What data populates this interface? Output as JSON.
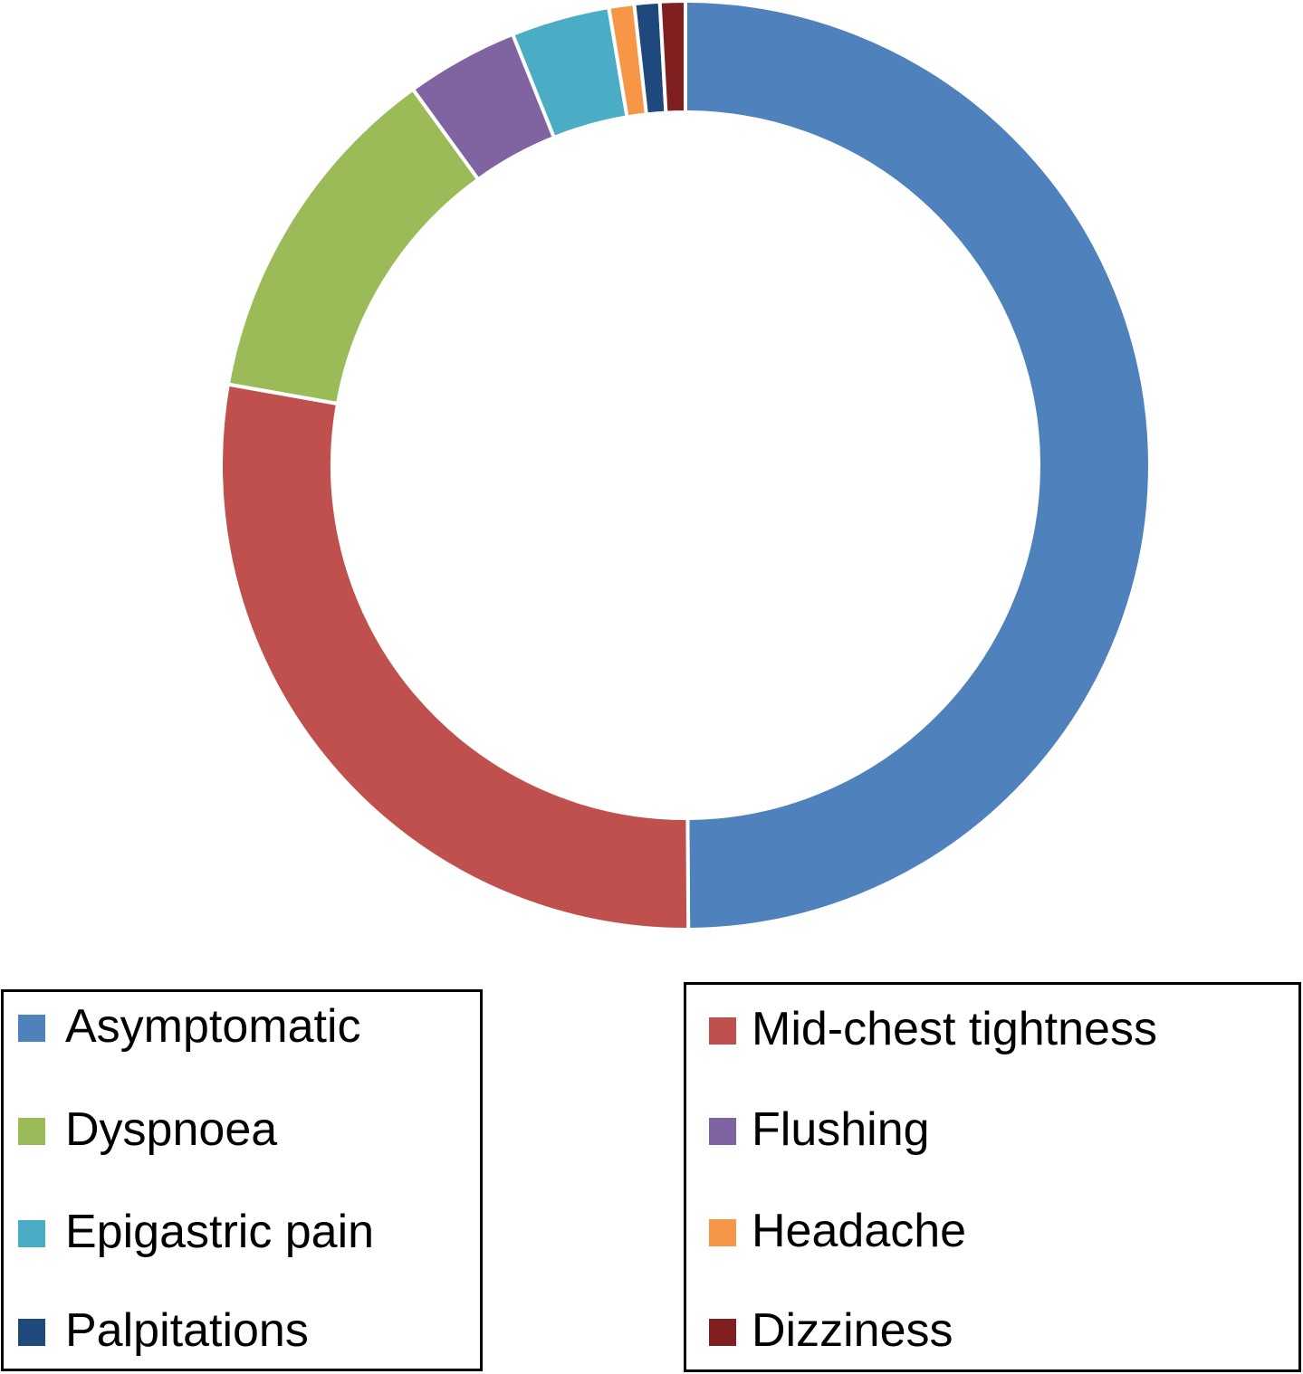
{
  "chart_data": {
    "type": "pie",
    "variant": "donut",
    "title": "",
    "start_angle_deg": 0,
    "direction": "clockwise",
    "series": [
      {
        "categories": [
          "Asymptomatic",
          "Mid-chest tightness",
          "Dyspnoea",
          "Flushing",
          "Epigastric pain",
          "Headache",
          "Palpitations",
          "Dizziness"
        ],
        "values": [
          51.0,
          28.5,
          12.5,
          4.0,
          3.5,
          0.9,
          0.9,
          0.9
        ],
        "colors": [
          "#4f81bd",
          "#c0504d",
          "#9bbb59",
          "#8064a2",
          "#4bacc6",
          "#f79646",
          "#1f497d",
          "#7f1f1f"
        ]
      }
    ],
    "legend": {
      "placement": "bottom",
      "left_column": [
        {
          "label": "Asymptomatic",
          "color": "#4f81bd"
        },
        {
          "label": "Dyspnoea",
          "color": "#9bbb59"
        },
        {
          "label": "Epigastric pain",
          "color": "#4bacc6"
        },
        {
          "label": "Palpitations",
          "color": "#1f497d"
        }
      ],
      "right_column": [
        {
          "label": "Mid-chest tightness",
          "color": "#c0504d"
        },
        {
          "label": "Flushing",
          "color": "#8064a2"
        },
        {
          "label": "Headache",
          "color": "#f79646"
        },
        {
          "label": "Dizziness",
          "color": "#7f1f1f"
        }
      ]
    }
  }
}
